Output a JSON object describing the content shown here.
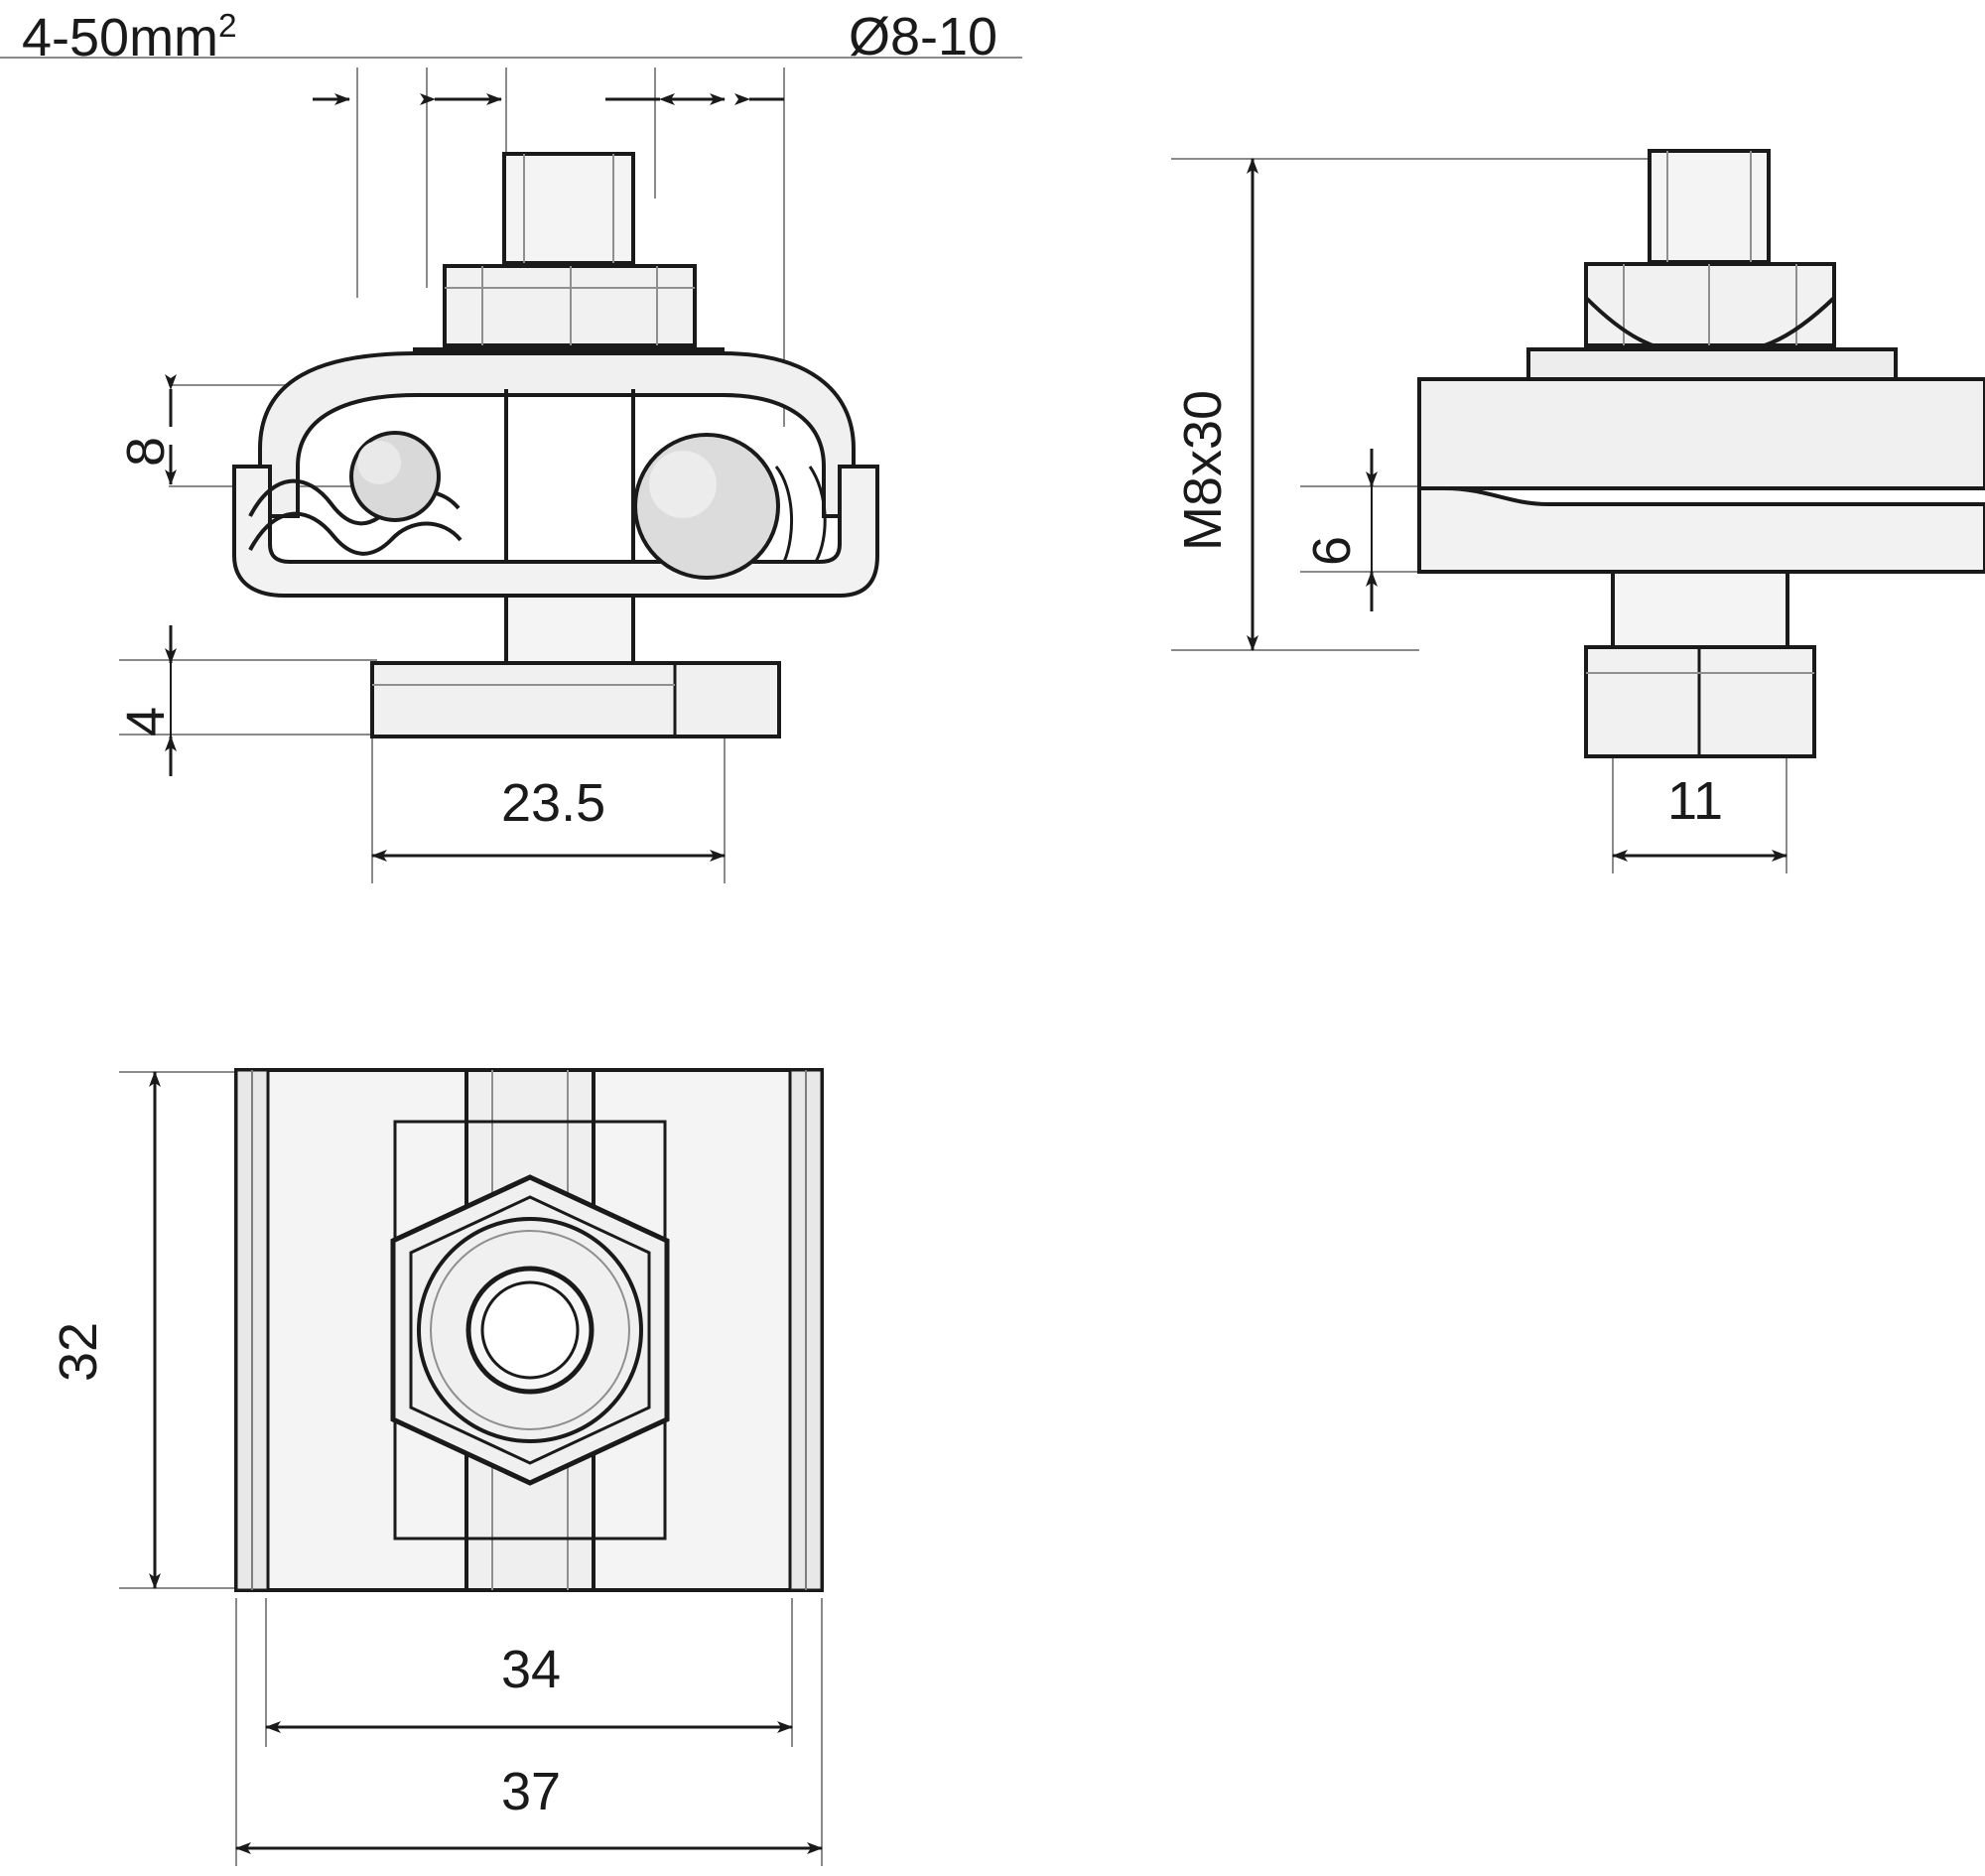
{
  "sheet": {
    "title": "Technical dimension drawing - conductor clamp",
    "units": "mm"
  },
  "views": {
    "front": {
      "name": "front-elevation-view",
      "labels": {
        "conductor_range": "4-50mm",
        "conductor_range_sup": "2",
        "rod_diameter": "Ø8-10",
        "height_8": "8",
        "height_4": "4",
        "width_235": "23.5"
      }
    },
    "side": {
      "name": "side-elevation-view",
      "labels": {
        "bolt_spec": "M8x30",
        "height_6": "6",
        "width_11": "11"
      }
    },
    "top": {
      "name": "top-plan-view",
      "labels": {
        "height_32": "32",
        "width_34": "34",
        "width_37": "37"
      }
    }
  },
  "colors": {
    "line": "#1a1a1a",
    "thin_line": "#7d7d7d",
    "fill_light": "#f2f2f2",
    "fill_mid": "#e2e2e2",
    "fill_dark": "#d2d2d2",
    "background": "#ffffff"
  }
}
